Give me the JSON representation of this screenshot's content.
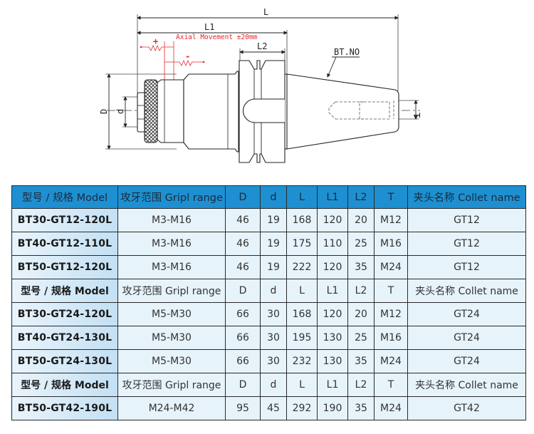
{
  "drawing": {
    "labels": {
      "L": "L",
      "L1": "L1",
      "L2": "L2",
      "D": "D",
      "d": "d",
      "T": "T",
      "bt_no": "BT.NO",
      "axial_movement": "Axial Movement ±20mm",
      "plus": "+",
      "minus": "-"
    },
    "colors": {
      "line": "#222222",
      "annotation_red": "#e8262c"
    }
  },
  "table": {
    "colors": {
      "header_bg": "#1e90d2",
      "row_bg": "#e6f3fb",
      "model_gradient_end": "#c3e0f4",
      "border": "#2a2a2a"
    },
    "header": [
      "型号 / 规格 Model",
      "攻牙范围 Gripl range",
      "D",
      "d",
      "L",
      "L1",
      "L2",
      "T",
      "夹头名称 Collet name"
    ],
    "rows": [
      {
        "type": "data",
        "cells": [
          "BT30-GT12-120L",
          "M3-M16",
          "46",
          "19",
          "168",
          "120",
          "20",
          "M12",
          "GT12"
        ]
      },
      {
        "type": "data",
        "cells": [
          "BT40-GT12-110L",
          "M3-M16",
          "46",
          "19",
          "175",
          "110",
          "25",
          "M16",
          "GT12"
        ]
      },
      {
        "type": "data",
        "cells": [
          "BT50-GT12-120L",
          "M3-M16",
          "46",
          "19",
          "222",
          "120",
          "35",
          "M24",
          "GT12"
        ]
      },
      {
        "type": "subhead",
        "cells": [
          "型号 / 规格 Model",
          "攻牙范围 Gripl range",
          "D",
          "d",
          "L",
          "L1",
          "L2",
          "T",
          "夹头名称 Collet name"
        ]
      },
      {
        "type": "data",
        "cells": [
          "BT30-GT24-120L",
          "M5-M30",
          "66",
          "30",
          "168",
          "120",
          "20",
          "M12",
          "GT24"
        ]
      },
      {
        "type": "data",
        "cells": [
          "BT40-GT24-130L",
          "M5-M30",
          "66",
          "30",
          "195",
          "130",
          "25",
          "M16",
          "GT24"
        ]
      },
      {
        "type": "data",
        "cells": [
          "BT50-GT24-130L",
          "M5-M30",
          "66",
          "30",
          "232",
          "130",
          "35",
          "M24",
          "GT24"
        ]
      },
      {
        "type": "subhead",
        "cells": [
          "型号 / 规格 Model",
          "攻牙范围 Gripl range",
          "D",
          "d",
          "L",
          "L1",
          "L2",
          "T",
          "夹头名称 Collet name"
        ]
      },
      {
        "type": "data",
        "cells": [
          "BT50-GT42-190L",
          "M24-M42",
          "95",
          "45",
          "292",
          "190",
          "35",
          "M24",
          "GT42"
        ]
      }
    ]
  }
}
